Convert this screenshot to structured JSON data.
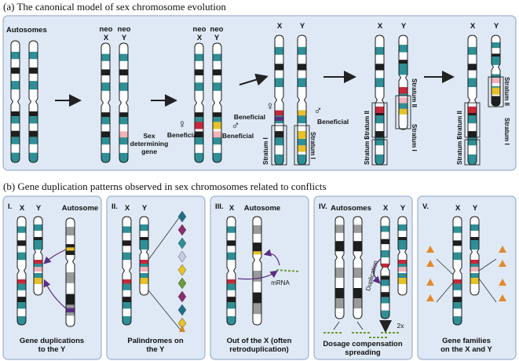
{
  "section_a": {
    "heading": "(a) The canonical model of sex chromosome evolution",
    "autosomes_label": "Autosomes",
    "neo_top": "neo",
    "x_label": "X",
    "y_label": "Y",
    "sex_determining": [
      "Sex",
      "determining",
      "gene"
    ],
    "beneficial": "Beneficial",
    "female_symbol": "♀",
    "male_symbol": "♂",
    "stratum_i": "Stratum I",
    "stratum_ii": "Stratum II"
  },
  "section_b": {
    "heading": "(b) Gene duplication patterns observed in sex chromosomes related to conflicts",
    "panels": [
      {
        "numeral": "I.",
        "headers": [
          "X",
          "Y",
          "Autosome"
        ],
        "caption": [
          "Gene duplications",
          "to the Y"
        ]
      },
      {
        "numeral": "II.",
        "headers": [
          "X",
          "Y"
        ],
        "caption": [
          "Palindromes on",
          "the Y"
        ]
      },
      {
        "numeral": "III.",
        "headers": [
          "X",
          "Autosome"
        ],
        "caption": [
          "Out of the X (often",
          "retroduplication)"
        ],
        "note": "mRNA"
      },
      {
        "numeral": "IV.",
        "headers": [
          "Autosomes",
          "X",
          "Y"
        ],
        "caption": [
          "Dosage compensation",
          "spreading"
        ],
        "note": "Duplication",
        "multiplier": "2x"
      },
      {
        "numeral": "V.",
        "headers": [
          "X",
          "Y"
        ],
        "caption": [
          "Gene families",
          "on the X and Y"
        ]
      }
    ]
  },
  "colors": {
    "teal": "#2f8f96",
    "panel_bg": "#dfe9f5",
    "panel_border": "#8aa3c4",
    "red": "#c8283a",
    "pink": "#f1b2b8",
    "yellow": "#e6c12a",
    "purple": "#5a2d82",
    "female": "#c0306f",
    "male": "#3a3a3a"
  }
}
